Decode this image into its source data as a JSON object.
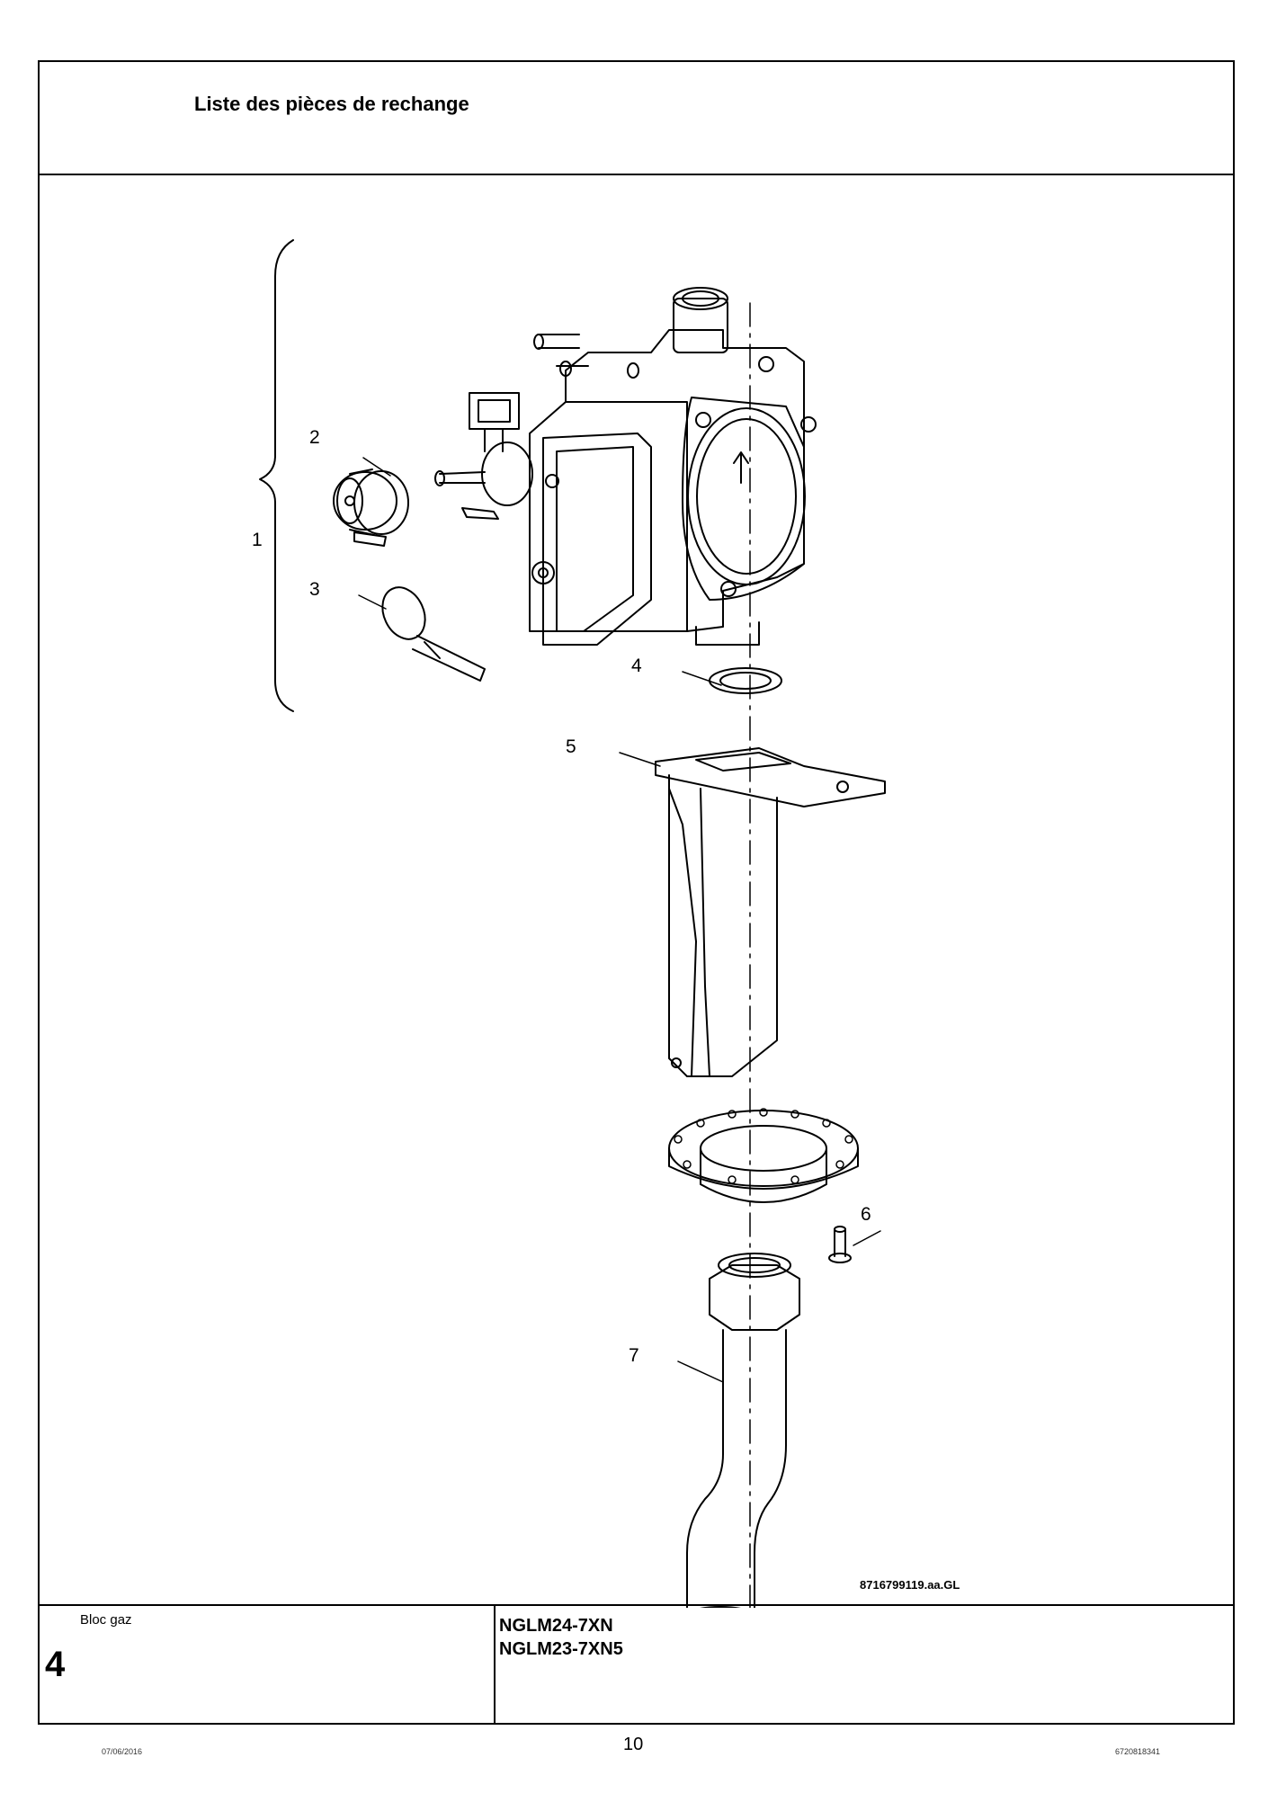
{
  "header": {
    "title": "Liste des pièces de rechange"
  },
  "drawing": {
    "callouts": [
      "1",
      "2",
      "3",
      "4",
      "5",
      "6",
      "7"
    ],
    "reference": "8716799119.aa.GL"
  },
  "footer": {
    "section_label": "Bloc gaz",
    "section_number": "4",
    "models": [
      "NGLM24-7XN",
      "NGLM23-7XN5"
    ]
  },
  "page": {
    "date": "07/06/2016",
    "number": "10",
    "doc_ref": "6720818341"
  }
}
